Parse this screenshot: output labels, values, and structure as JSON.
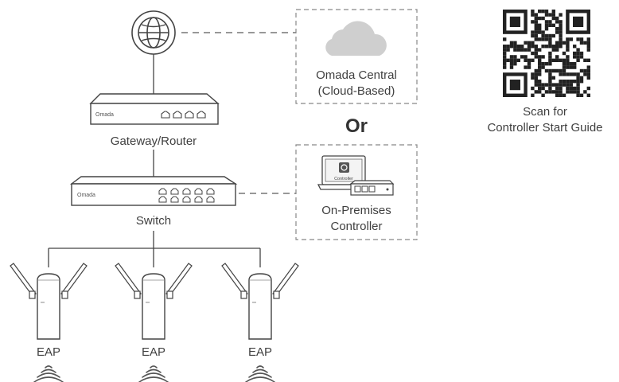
{
  "nodes": {
    "gateway": {
      "label": "Gateway/Router",
      "logo": "Omada"
    },
    "switch": {
      "label": "Switch",
      "logo": "Omada"
    },
    "eaps": [
      {
        "label": "EAP"
      },
      {
        "label": "EAP"
      },
      {
        "label": "EAP"
      }
    ]
  },
  "cloud_controller": {
    "line1": "Omada Central",
    "line2": "(Cloud-Based)"
  },
  "or_text": "Or",
  "premises_controller": {
    "line1": "On-Premises",
    "line2": "Controller",
    "screen_text": "Controller"
  },
  "qr": {
    "line1": "Scan for",
    "line2": "Controller Start Guide"
  },
  "icons": [
    "globe-icon",
    "cloud-icon",
    "laptop-icon",
    "hardware-controller-icon",
    "qr-code-icon",
    "wifi-signal-icon"
  ]
}
